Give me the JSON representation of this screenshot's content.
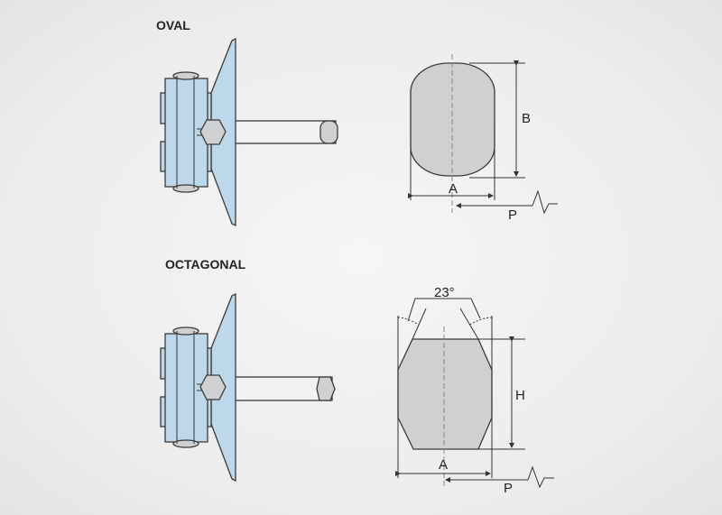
{
  "sections": [
    {
      "title": "OVAL",
      "dims": {
        "width": "A",
        "height": "B",
        "pitch": "P"
      }
    },
    {
      "title": "OCTAGONAL",
      "dims": {
        "width": "A",
        "height": "H",
        "pitch": "P",
        "angle": "23°"
      }
    }
  ],
  "colors": {
    "clamp": "#bcd8ea",
    "section": "#cfd0d2"
  }
}
